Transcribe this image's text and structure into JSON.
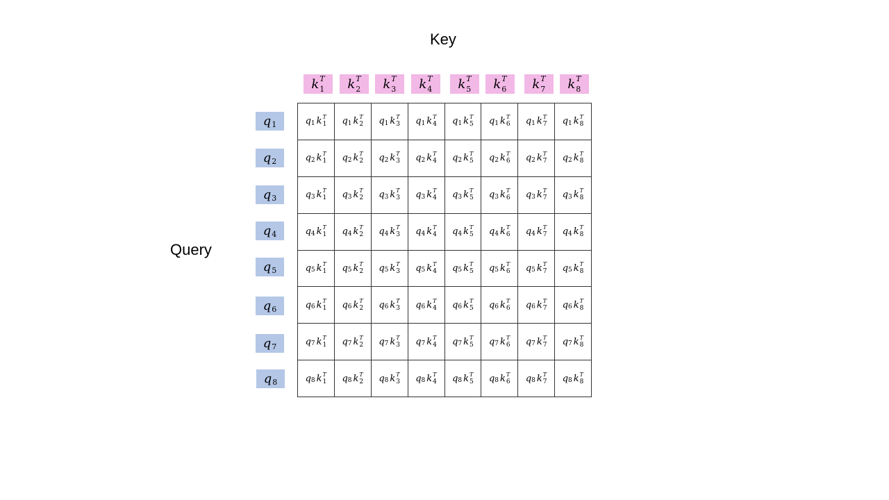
{
  "title": "Key",
  "side_label": "Query",
  "colors": {
    "key_chip": "#f2b8e6",
    "query_chip": "#b4c7e7",
    "grid_line": "#333333"
  },
  "keys": [
    {
      "base": "k",
      "sup": "T",
      "sub": "1"
    },
    {
      "base": "k",
      "sup": "T",
      "sub": "2"
    },
    {
      "base": "k",
      "sup": "T",
      "sub": "3"
    },
    {
      "base": "k",
      "sup": "T",
      "sub": "4"
    },
    {
      "base": "k",
      "sup": "T",
      "sub": "5"
    },
    {
      "base": "k",
      "sup": "T",
      "sub": "6"
    },
    {
      "base": "k",
      "sup": "T",
      "sub": "7"
    },
    {
      "base": "k",
      "sup": "T",
      "sub": "8"
    }
  ],
  "queries": [
    {
      "base": "q",
      "sub": "1"
    },
    {
      "base": "q",
      "sub": "2"
    },
    {
      "base": "q",
      "sub": "3"
    },
    {
      "base": "q",
      "sub": "4"
    },
    {
      "base": "q",
      "sub": "5"
    },
    {
      "base": "q",
      "sub": "6"
    },
    {
      "base": "q",
      "sub": "7"
    },
    {
      "base": "q",
      "sub": "8"
    }
  ],
  "cell_template": {
    "q": "q",
    "k": "k",
    "sup": "T"
  }
}
